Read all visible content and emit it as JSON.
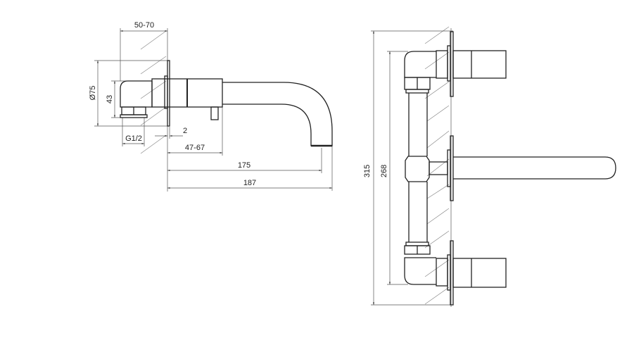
{
  "side_view": {
    "dims": {
      "wall_depth": "50-70",
      "escutcheon_diameter": "Ø75",
      "body_height": "43",
      "thread": "G1/2",
      "plate_thickness": "2",
      "body_projection": "47-67",
      "spout_reach": "175",
      "total_reach": "187"
    }
  },
  "front_view": {
    "dims": {
      "total_height": "315",
      "handle_spacing": "268"
    }
  }
}
